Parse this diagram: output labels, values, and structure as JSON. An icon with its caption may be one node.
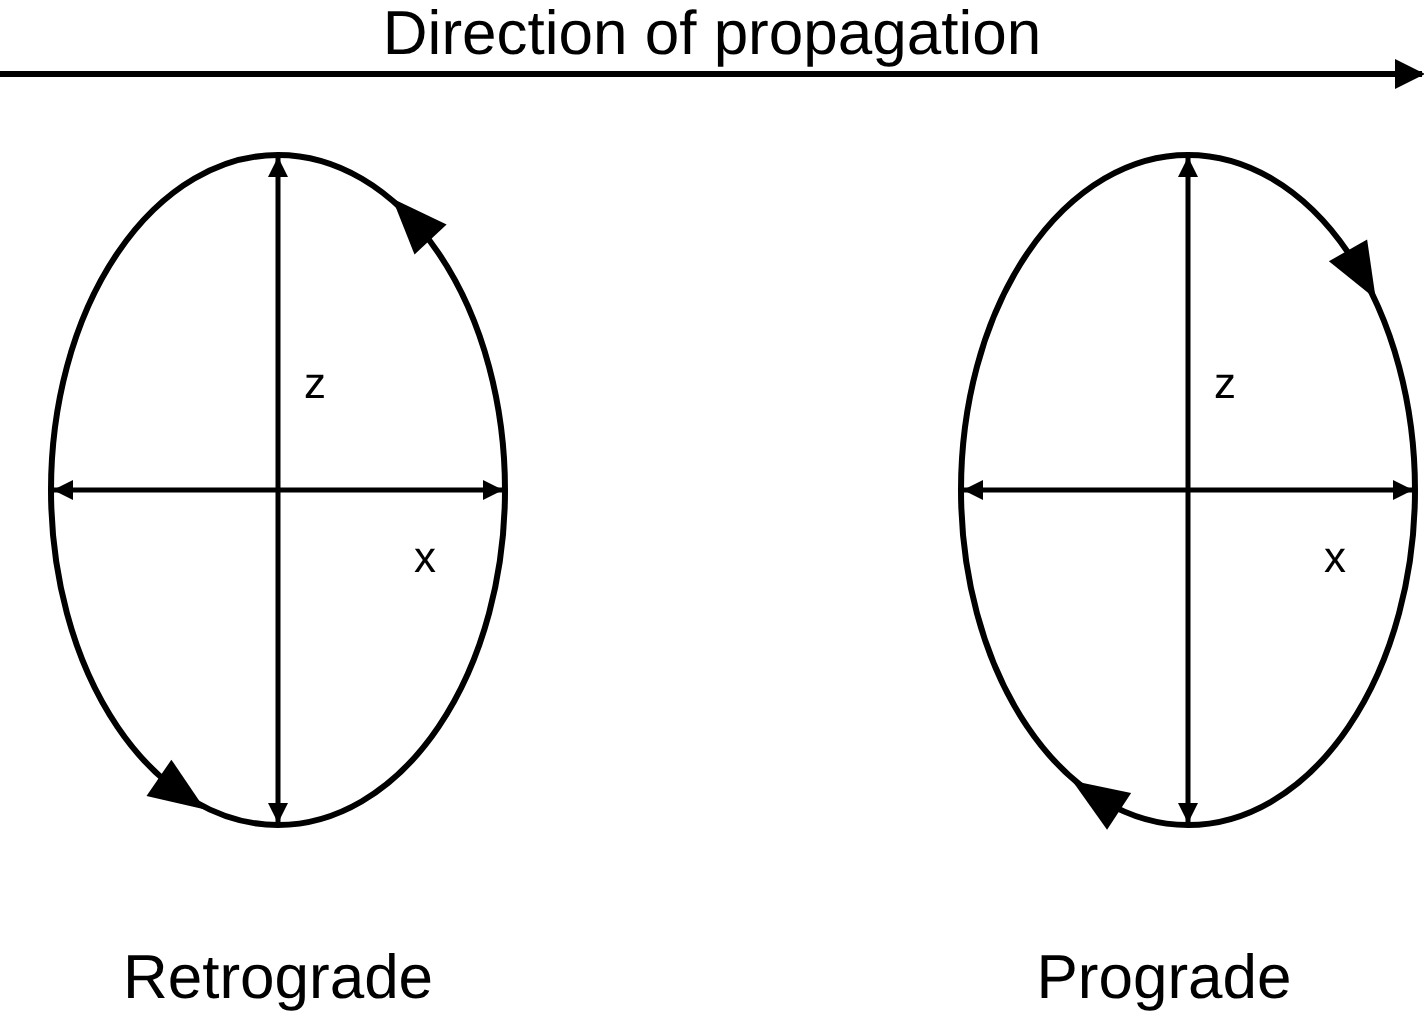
{
  "diagram": {
    "title": "Direction of propagation",
    "nodes": [
      {
        "text": [
          "z",
          "x"
        ],
        "beside": [
          "Retrograde"
        ]
      },
      {
        "text": [
          "z",
          "x"
        ],
        "beside": [
          "Prograde"
        ]
      }
    ],
    "edges": []
  }
}
